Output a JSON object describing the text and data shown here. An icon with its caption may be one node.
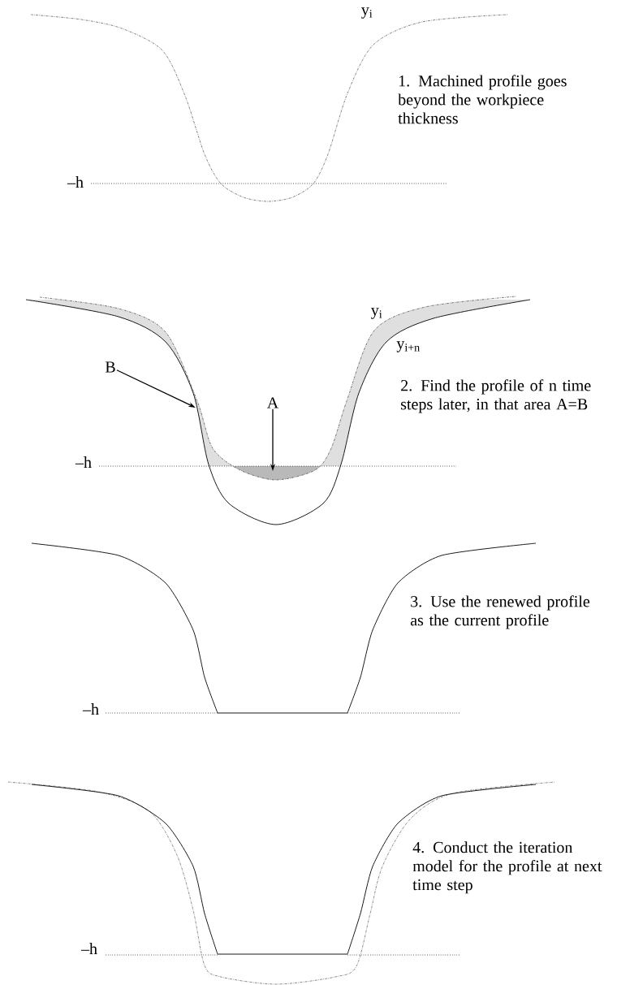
{
  "diagram": {
    "nodes": [
      {
        "text": [
          "B"
        ]
      },
      {
        "text": [
          "A"
        ]
      }
    ],
    "edges": [
      {
        "from": 0,
        "to": null,
        "arrow": "to"
      },
      {
        "from": 1,
        "to": null,
        "arrow": "to"
      }
    ],
    "labels": [
      "y$_{i}$",
      "1. Machined profile goes beyond the workpiece thickness",
      "–h",
      "y$_{i}$",
      "y$_{i+n}$",
      "2. Find the profile of n time steps later, in that area A=B",
      "–h",
      "3. Use the renewed profile as the current profile",
      "–h",
      "4. Conduct the iteration model for the profile at next time step",
      "–h"
    ]
  }
}
